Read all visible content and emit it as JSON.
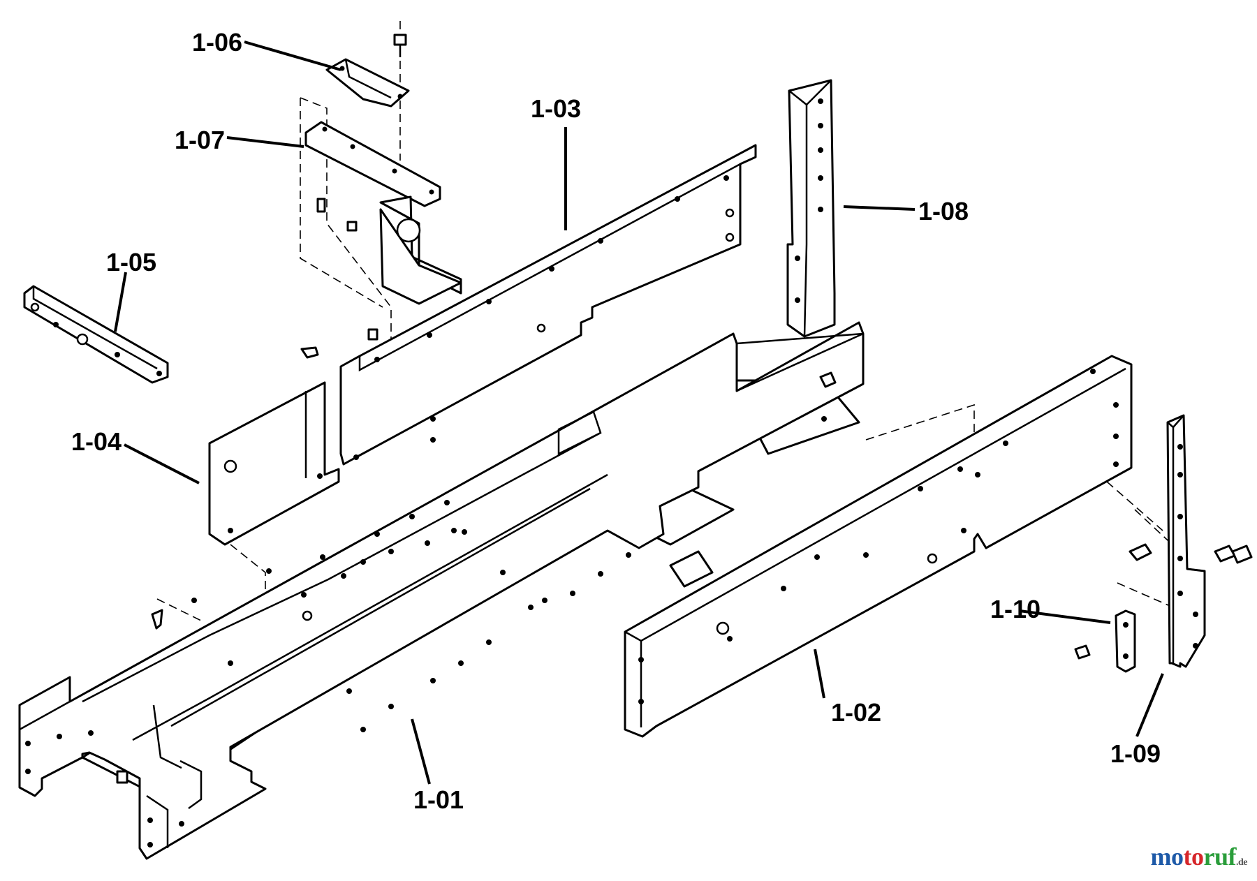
{
  "labels": {
    "p101": "1-01",
    "p102": "1-02",
    "p103": "1-03",
    "p104": "1-04",
    "p105": "1-05",
    "p106": "1-06",
    "p107": "1-07",
    "p108": "1-08",
    "p109": "1-09",
    "p110": "1-10"
  },
  "watermark": {
    "part1": "mo",
    "part2": "to",
    "part3": "ruf",
    "suffix": ".de",
    "colors": {
      "blue": "#1e5aa8",
      "red": "#d6262a",
      "green": "#2a9d3a"
    }
  }
}
